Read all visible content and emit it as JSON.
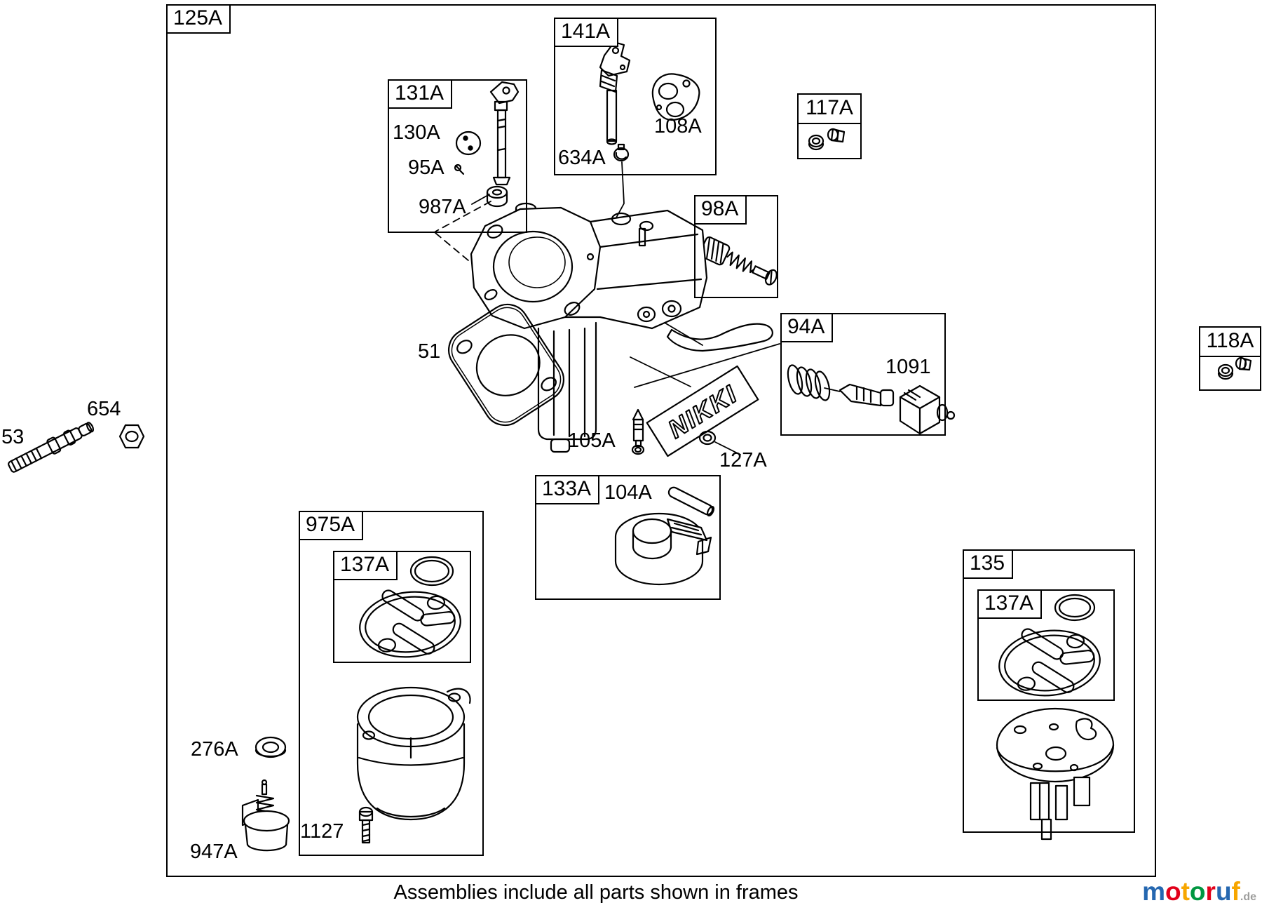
{
  "frames": {
    "main": "125A",
    "f131a": "131A",
    "f141a": "141A",
    "f117a": "117A",
    "f98a": "98A",
    "f94a": "94A",
    "f118a": "118A",
    "f133a": "133A",
    "f975a": "975A",
    "f137a_left": "137A",
    "f135": "135",
    "f137a_right": "137A"
  },
  "parts": {
    "p130a": "130A",
    "p95a": "95A",
    "p987a": "987A",
    "p634a": "634A",
    "p108a": "108A",
    "p51": "51",
    "p654": "654",
    "p53": "53",
    "p105a": "105A",
    "p127a": "127A",
    "p104a": "104A",
    "p1091": "1091",
    "p276a": "276A",
    "p947a": "947A",
    "p1127": "1127"
  },
  "brand_plate_text": "NIKKI",
  "caption": "Assemblies include all parts shown in frames",
  "watermark": {
    "letters": [
      {
        "char": "m",
        "color": "#2567b0"
      },
      {
        "char": "o",
        "color": "#e2001a"
      },
      {
        "char": "t",
        "color": "#f7a600"
      },
      {
        "char": "o",
        "color": "#009640"
      },
      {
        "char": "r",
        "color": "#e2001a"
      },
      {
        "char": "u",
        "color": "#2567b0"
      },
      {
        "char": "f",
        "color": "#f7a600"
      }
    ],
    "suffix": ".de",
    "suffix_color": "#9d9d9c"
  }
}
